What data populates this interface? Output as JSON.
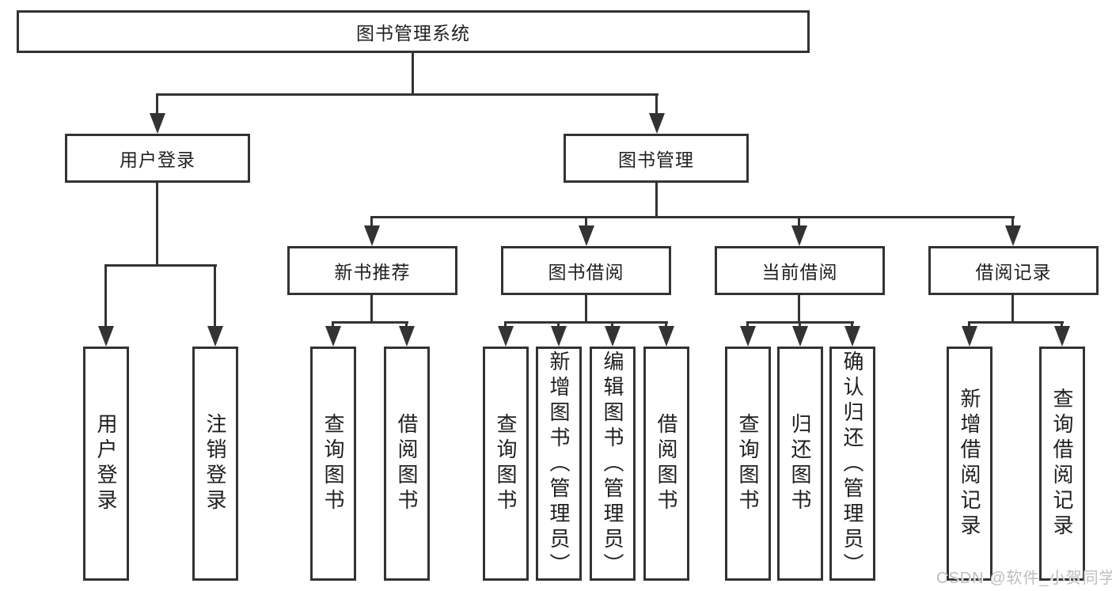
{
  "diagram": {
    "root": {
      "label": "图书管理系统"
    },
    "level2": [
      {
        "label": "用户登录"
      },
      {
        "label": "图书管理"
      }
    ],
    "level3": [
      {
        "label": "新书推荐"
      },
      {
        "label": "图书借阅"
      },
      {
        "label": "当前借阅"
      },
      {
        "label": "借阅记录"
      }
    ],
    "leaves": [
      {
        "label": "用户登录"
      },
      {
        "label": "注销登录"
      },
      {
        "label": "查询图书"
      },
      {
        "label": "借阅图书"
      },
      {
        "label": "查询图书"
      },
      {
        "label": "新增图书（管理员）"
      },
      {
        "label": "编辑图书（管理员）"
      },
      {
        "label": "借阅图书"
      },
      {
        "label": "查询图书"
      },
      {
        "label": "归还图书"
      },
      {
        "label": "确认归还（管理员）"
      },
      {
        "label": "新增借阅记录"
      },
      {
        "label": "查询借阅记录"
      }
    ],
    "watermark": {
      "text": "CSDN @软件_小贺同学"
    },
    "colors": {
      "line": "#333333",
      "text": "#1f1f1f",
      "background": "#ffffff",
      "watermark": "#bdbdbd"
    }
  }
}
